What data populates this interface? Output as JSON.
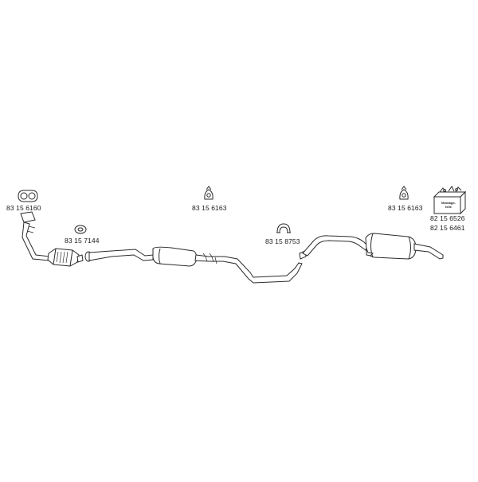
{
  "part_numbers": {
    "gasket_front": "83 15 6160",
    "gasket_cat": "83 15 7144",
    "rubber_mount_middle": "83 15 6163",
    "clamp_middle": "83 15 8753",
    "rubber_mount_rear": "83 15 6163",
    "mounting_kit_a": "82 15 6526",
    "mounting_kit_b": "82 15 6461"
  },
  "mounting_kit_box_label": {
    "line1": "Montage-",
    "line2": "teile"
  },
  "colors": {
    "stroke": "#2a2a2a",
    "background": "#ffffff"
  }
}
